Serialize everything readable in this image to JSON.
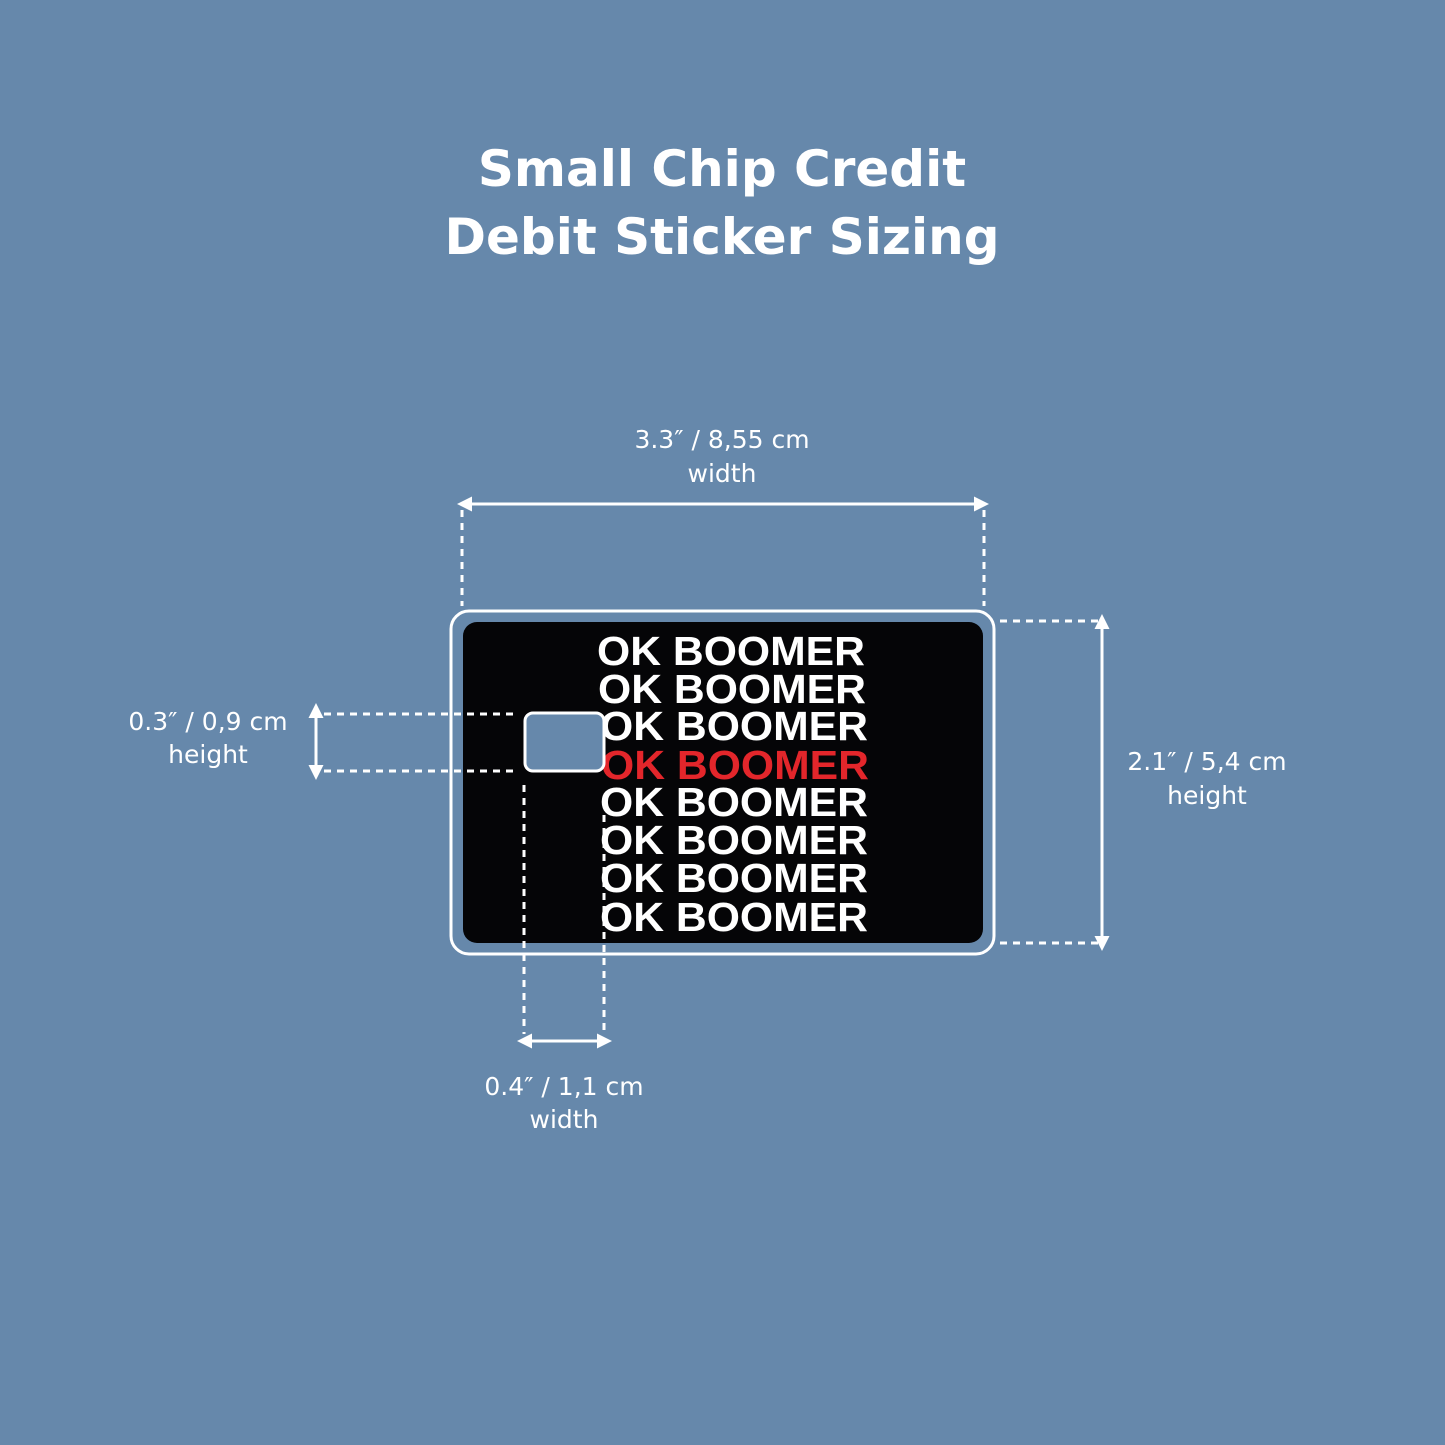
{
  "title": {
    "line1": "Small Chip Credit",
    "line2": "Debit Sticker Sizing"
  },
  "dimensions": {
    "card_width": {
      "value": "3.3″ / 8,55 cm",
      "label": "width"
    },
    "card_height": {
      "value": "2.1″ / 5,4 cm",
      "label": "height"
    },
    "chip_height": {
      "value": "0.3″ / 0,9 cm",
      "label": "height"
    },
    "chip_width": {
      "value": "0.4″ / 1,1 cm",
      "label": "width"
    }
  },
  "card": {
    "lines": [
      "OK BOOMER",
      "OK BOOMER",
      "OK BOOMER",
      "OK BOOMER",
      "OK BOOMER",
      "OK BOOMER",
      "OK BOOMER",
      "OK BOOMER"
    ],
    "highlight_index": 3
  },
  "colors": {
    "background": "#6688ab",
    "card": "#050507",
    "highlight": "#e3262b"
  }
}
